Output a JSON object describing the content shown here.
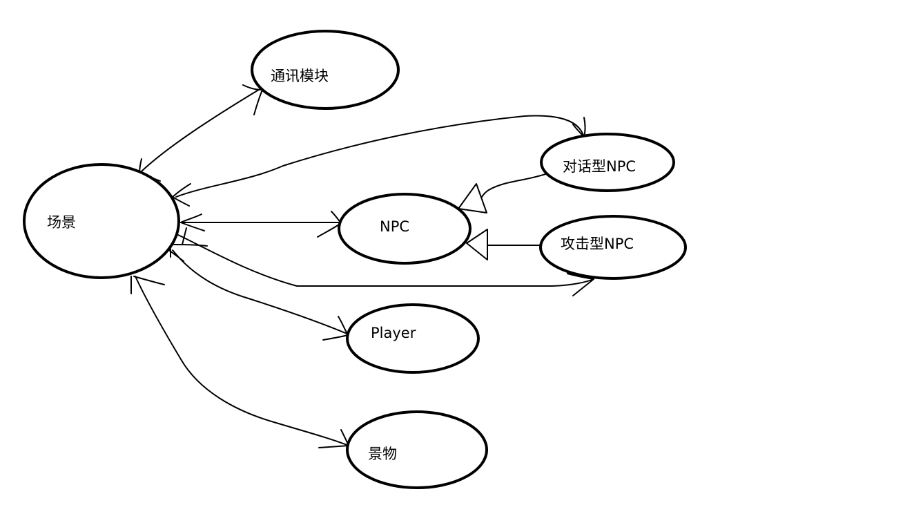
{
  "nodes": {
    "scene": "场景",
    "comm": "通讯模块",
    "npc": "NPC",
    "dialog_npc": "对话型NPC",
    "attack_npc": "攻击型NPC",
    "player": "Player",
    "scenery": "景物"
  },
  "colors": {
    "stroke": "#000000",
    "background": "#ffffff"
  }
}
